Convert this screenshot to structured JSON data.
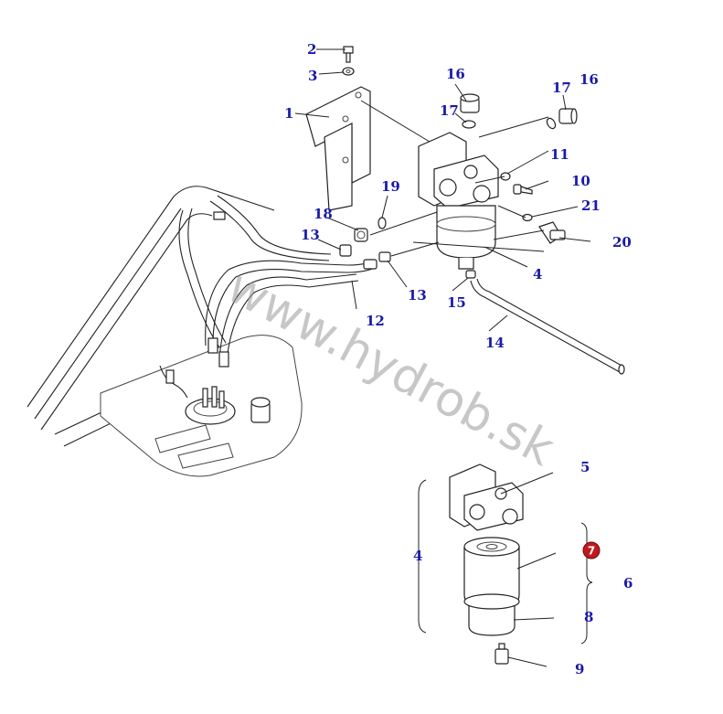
{
  "watermark": "www.hydrob.sk",
  "callouts": {
    "c1": "1",
    "c2": "2",
    "c3": "3",
    "c4_top": "4",
    "c4_detail": "4",
    "c5": "5",
    "c6": "6",
    "c7": "7",
    "c8": "8",
    "c9": "9",
    "c10": "10",
    "c11": "11",
    "c12": "12",
    "c13_left": "13",
    "c13_right": "13",
    "c14": "14",
    "c15": "15",
    "c16_center": "16",
    "c16_right": "16",
    "c17_center": "17",
    "c17_right": "17",
    "c18": "18",
    "c19": "19",
    "c20": "20",
    "c21": "21"
  },
  "colors": {
    "callout": "#1a1aa8",
    "badge": "#c0181e",
    "line": "#222222"
  }
}
